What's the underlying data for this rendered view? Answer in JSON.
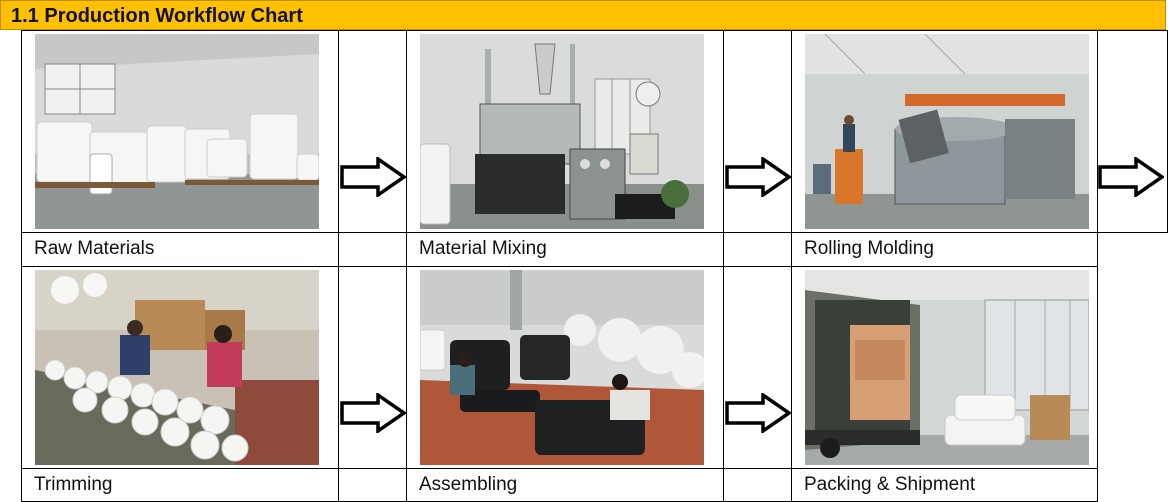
{
  "header": {
    "title": "1.1 Production Workflow Chart",
    "background_color": "#FFC000"
  },
  "steps": [
    {
      "label": "Raw Materials",
      "photo": "warehouse-with-stacked-white-sacks"
    },
    {
      "label": "Material Mixing",
      "photo": "mixing-machinery-with-cyclone-pipes"
    },
    {
      "label": "Rolling Molding",
      "photo": "rotational-molding-machine-workshop"
    },
    {
      "label": "Trimming",
      "photo": "workers-trimming-white-molded-parts"
    },
    {
      "label": "Assembling",
      "photo": "workers-assembling-black-products-on-floor"
    },
    {
      "label": "Packing & Shipment",
      "photo": "loading-truck-with-packed-goods"
    }
  ],
  "arrows": {
    "icon": "right-arrow-icon",
    "count": 5
  }
}
